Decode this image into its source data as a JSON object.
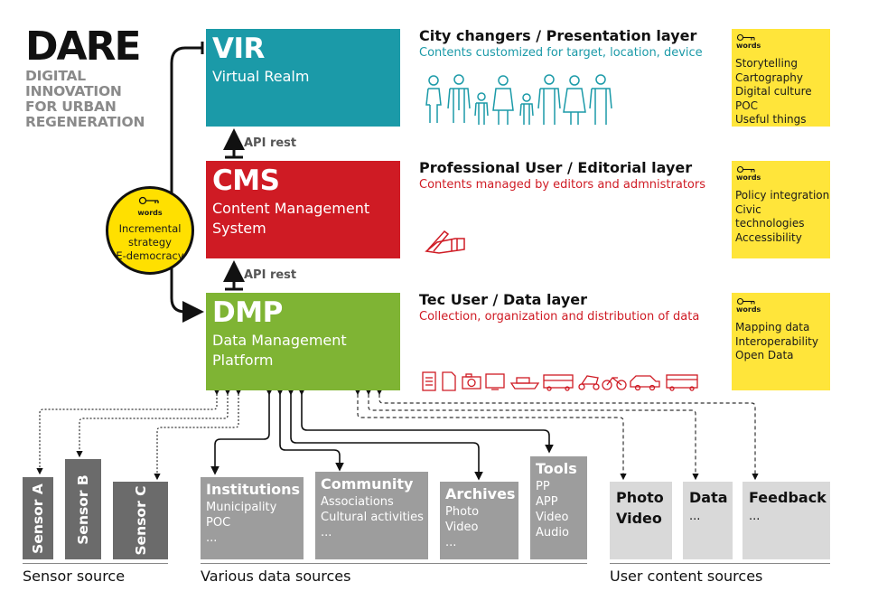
{
  "logo": {
    "title": "DARE",
    "subtitle_lines": [
      "DIGITAL",
      "INNOVATION",
      "FOR URBAN",
      "REGENERATION"
    ]
  },
  "layers": {
    "vir": {
      "abbr": "VIR",
      "name_lines": [
        "Virtual Realm"
      ],
      "color": "#1b9aa8"
    },
    "cms": {
      "abbr": "CMS",
      "name_lines": [
        "Content Management",
        "System"
      ],
      "color": "#cf1b24"
    },
    "dmp": {
      "abbr": "DMP",
      "name_lines": [
        "Data Management",
        "Platform"
      ],
      "color": "#7fb434"
    }
  },
  "api_labels": [
    "API rest",
    "API rest"
  ],
  "circle": {
    "keyword_label": "words",
    "lines": [
      "Incremental",
      "strategy",
      "E-democracy"
    ],
    "color": "#ffe000"
  },
  "layer_descriptions": [
    {
      "title": "City changers / Presentation layer",
      "subtitle": "Contents customized for target, location, device",
      "color": "#1b9aa8",
      "icon": "people-figures-icons"
    },
    {
      "title": "Professional User / Editorial layer",
      "subtitle": "Contents managed by editors and admnistrators",
      "color": "#cf1b24",
      "icon": "writing-hand-icon"
    },
    {
      "title": "Tec User / Data layer",
      "subtitle": "Collection, organization and distribution of data",
      "color": "#cf1b24",
      "icon": "data-source-icons"
    }
  ],
  "keyword_cards": [
    {
      "label": "words",
      "items": [
        "Storytelling",
        "Cartography",
        "Digital culture",
        "POC",
        "Useful things"
      ]
    },
    {
      "label": "words",
      "items": [
        "Policy integration",
        "Civic technologies",
        "Accessibility"
      ]
    },
    {
      "label": "words",
      "items": [
        "Mapping data",
        "Interoperability",
        "Open Data"
      ]
    }
  ],
  "sensors": [
    "Sensor A",
    "Sensor B",
    "Sensor C"
  ],
  "data_sources": [
    {
      "title": "Institutions",
      "items": [
        "Municipality",
        "POC",
        "..."
      ]
    },
    {
      "title": "Community",
      "items": [
        "Associations",
        "Cultural activities",
        "..."
      ]
    },
    {
      "title": "Archives",
      "items": [
        "Photo",
        "Video",
        "..."
      ]
    },
    {
      "title": "Tools",
      "items": [
        "PP",
        "APP",
        "Video",
        "Audio"
      ]
    }
  ],
  "user_sources": [
    {
      "title_lines": [
        "Photo",
        "Video"
      ],
      "items": []
    },
    {
      "title_lines": [
        "Data"
      ],
      "items": [
        "..."
      ]
    },
    {
      "title_lines": [
        "Feedback"
      ],
      "items": [
        "..."
      ]
    }
  ],
  "group_captions": [
    "Sensor source",
    "Various data sources",
    "User content sources"
  ],
  "colors": {
    "keyword_card": "#ffe53a",
    "sensor_box": "#6b6b6b",
    "data_source_box": "#9d9d9d",
    "user_source_box": "#d9d9d9"
  }
}
